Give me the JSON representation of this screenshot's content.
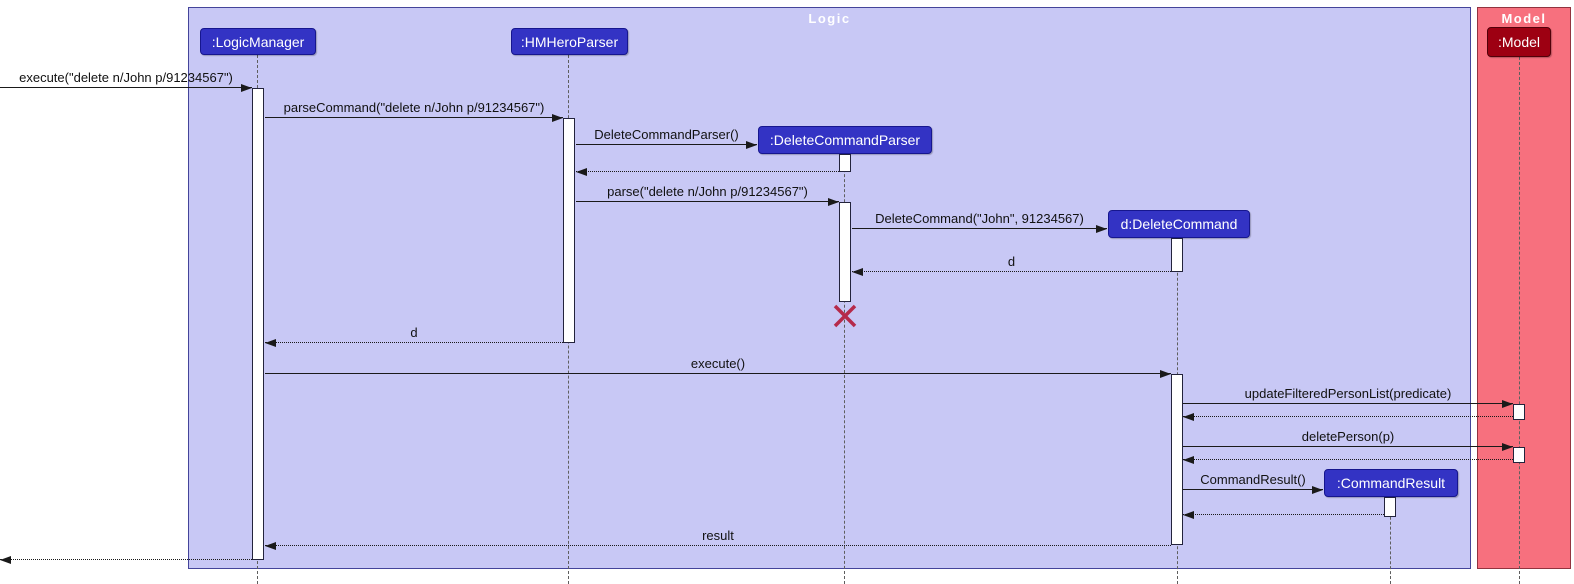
{
  "frames": {
    "logic": {
      "title": "Logic"
    },
    "model": {
      "title": "Model"
    }
  },
  "participants": {
    "logic_manager": ":LogicManager",
    "hmhero_parser": ":HMHeroParser",
    "delete_command_parser": ":DeleteCommandParser",
    "delete_command": "d:DeleteCommand",
    "command_result": ":CommandResult",
    "model": ":Model"
  },
  "messages": {
    "execute_full": "execute(\"delete n/John p/91234567\")",
    "parse_command": "parseCommand(\"delete n/John p/91234567\")",
    "new_delete_command_parser": "DeleteCommandParser()",
    "parse": "parse(\"delete n/John p/91234567\")",
    "new_delete_command": "DeleteCommand(\"John\", 91234567)",
    "return_d_1": "d",
    "return_d_2": "d",
    "execute": "execute()",
    "update_filtered_person_list": "updateFilteredPersonList(predicate)",
    "delete_person": "deletePerson(p)",
    "new_command_result": "CommandResult()",
    "return_result": "result"
  },
  "colors": {
    "logic-frame-bg": "#C8C8F5",
    "logic-frame-border": "#44449A",
    "model-frame-bg": "#F7707E",
    "model-frame-border": "#92333F",
    "logic-participant": "#3333C4",
    "logic-participant-border": "#16168E",
    "model-participant": "#9D0012",
    "model-participant-border": "#520009",
    "destroy-x": "#B52A4B"
  }
}
